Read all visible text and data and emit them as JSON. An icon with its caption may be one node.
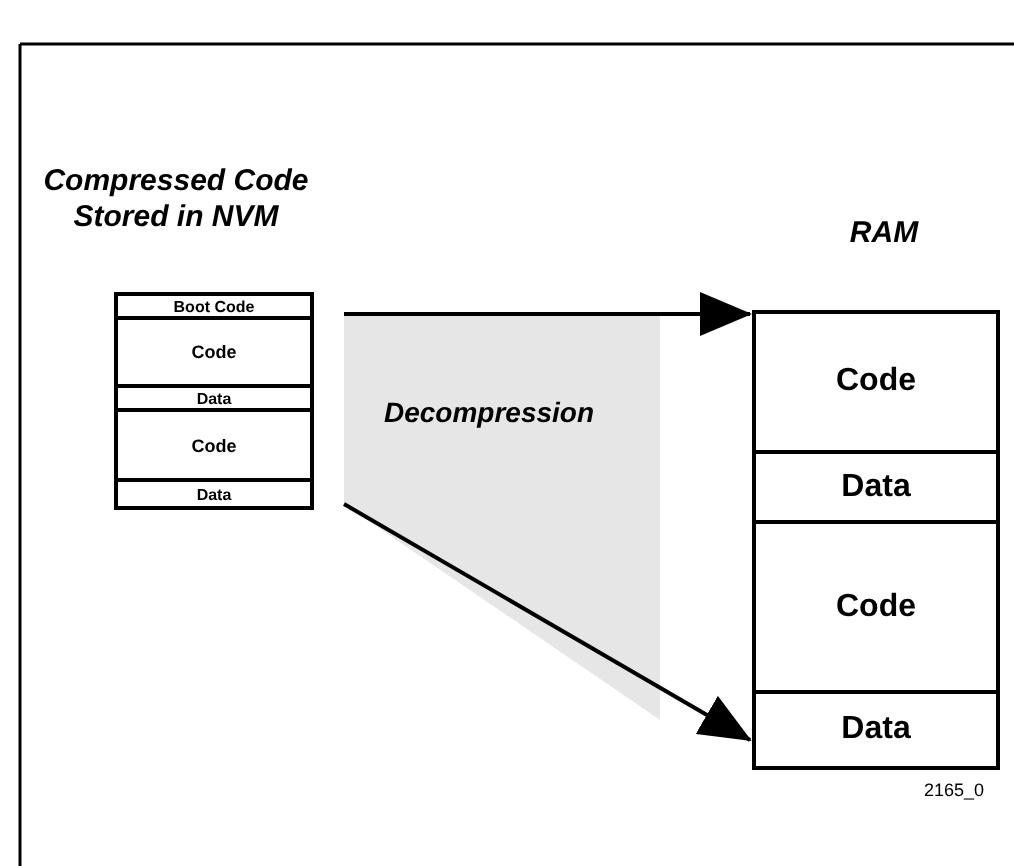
{
  "diagram": {
    "nodes": [
      {
        "text": [
          "Compressed Code Stored in NVM"
        ]
      },
      {
        "text": [
          "Boot Code"
        ],
        "in": 0
      },
      {
        "text": [
          "Code"
        ],
        "in": 0
      },
      {
        "text": [
          "Data"
        ],
        "in": 0
      },
      {
        "text": [
          "Code"
        ],
        "in": 0
      },
      {
        "text": [
          "Data"
        ],
        "in": 0
      },
      {
        "text": [
          "RAM"
        ]
      },
      {
        "text": [
          "Code"
        ],
        "in": 6
      },
      {
        "text": [
          "Data"
        ],
        "in": 6
      },
      {
        "text": [
          "Code"
        ],
        "in": 6
      },
      {
        "text": [
          "Data"
        ],
        "in": 6
      }
    ],
    "edges": [
      {
        "from": 0,
        "to": 6,
        "arrow": "to"
      },
      {
        "from": 0,
        "to": 6,
        "arrow": "to"
      }
    ],
    "labels": [
      "Decompression",
      "2165_0"
    ]
  }
}
